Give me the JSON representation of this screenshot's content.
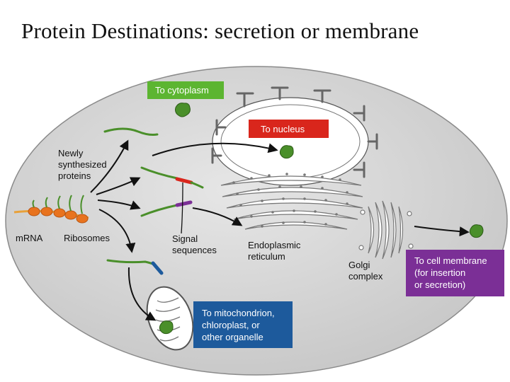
{
  "title": "Protein Destinations: secretion or membrane",
  "boxes": {
    "cytoplasm": "To cytoplasm",
    "nucleus": "To nucleus",
    "membrane": [
      "To cell membrane",
      "(for insertion",
      "or secretion)"
    ],
    "mitochondrion": [
      "To mitochondrion,",
      "chloroplast, or",
      "other organelle"
    ]
  },
  "labels": {
    "newly": [
      "Newly",
      "synthesized",
      "proteins"
    ],
    "mrna": "mRNA",
    "ribosomes": "Ribosomes",
    "signal": [
      "Signal",
      "sequences"
    ],
    "er": [
      "Endoplasmic",
      "reticulum"
    ],
    "golgi": [
      "Golgi",
      "complex"
    ]
  },
  "colors": {
    "cytoplasm_box": "#5cb531",
    "nucleus_box": "#d9261c",
    "membrane_box": "#7b2f96",
    "mito_box": "#1d5a9c",
    "cell_fill": "#dadada",
    "protein_green": "#4a8f2a",
    "ribosome_orange": "#e8731e"
  }
}
